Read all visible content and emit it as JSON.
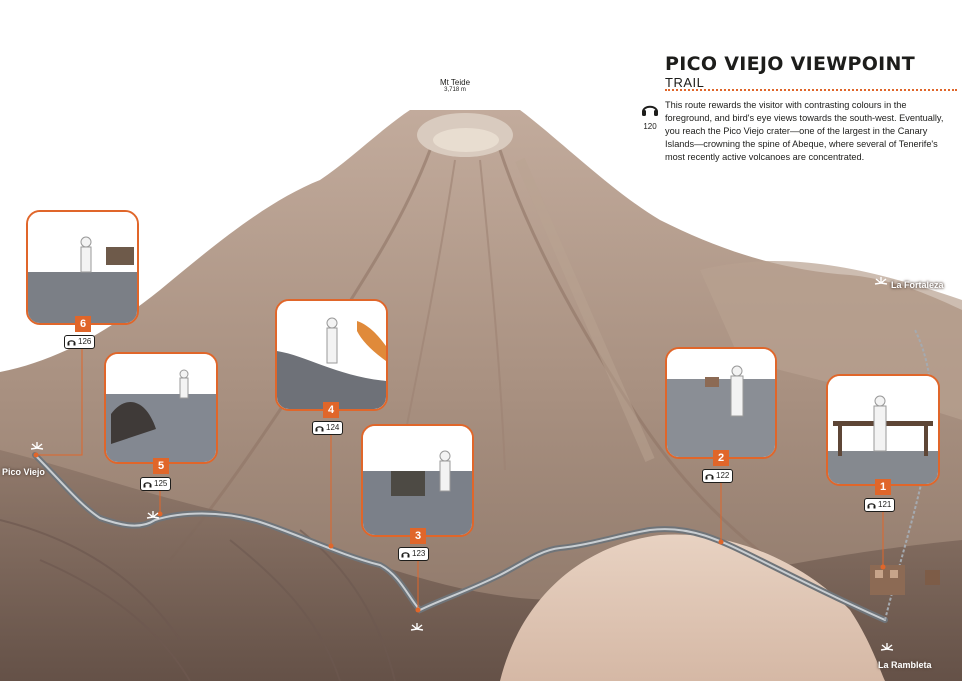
{
  "header": {
    "title": "PICO VIEJO VIEWPOINT",
    "subtitle": "TRAIL",
    "audio_track": "120",
    "description": "This route rewards the visitor with contrasting colours in the foreground, and bird's eye views towards the south-west. Eventually, you reach the Pico Viejo crater—one of the largest in the Canary Islands—crowning the spine of Abeque, where several of Tenerife's most recently active volcanoes are concentrated."
  },
  "peak": {
    "name": "Mt Teide",
    "height": "3,718 m"
  },
  "places": {
    "pico_viejo": "Pico Viejo",
    "la_fortaleza": "La Fortaleza",
    "la_rambleta": "La Rambleta"
  },
  "stops": [
    {
      "number": "1",
      "audio": "121"
    },
    {
      "number": "2",
      "audio": "122"
    },
    {
      "number": "3",
      "audio": "123"
    },
    {
      "number": "4",
      "audio": "124"
    },
    {
      "number": "5",
      "audio": "125"
    },
    {
      "number": "6",
      "audio": "126"
    }
  ],
  "colors": {
    "accent": "#e0662a",
    "text": "#1d1d1b",
    "trail": "#6f7479"
  },
  "icons": {
    "audio": "headphones-icon",
    "viewpoint": "sunburst-icon"
  }
}
